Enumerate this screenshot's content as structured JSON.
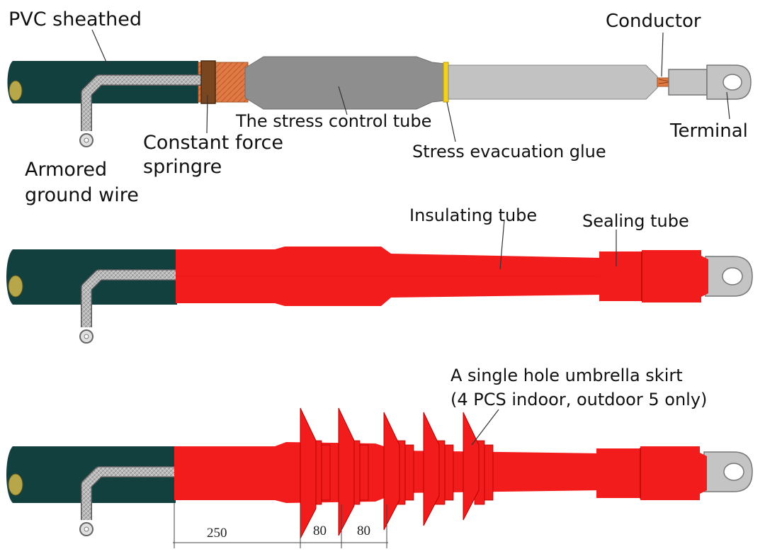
{
  "colors": {
    "background": "#ffffff",
    "cable_sheath": "#12403e",
    "conductor_core": "#b7a64a",
    "braid_silver": "#b9b9b9",
    "copper": "#e07a45",
    "spring_brown": "#7a4620",
    "stress_tube_grey": "#8e8e8e",
    "insulation_grey": "#c2c2c2",
    "glue_yellow": "#f2d21e",
    "terminal_grey": "#c4c4c4",
    "heat_shrink_red": "#f21c1c",
    "leader_line": "#333333"
  },
  "panels": {
    "components": {
      "labels": {
        "pvc_sheathed": "PVC sheathed",
        "conductor": "Conductor",
        "stress_control_tube": "The stress control tube",
        "terminal": "Terminal",
        "constant_force_spring_line1": "Constant force",
        "constant_force_spring_line2": "springre",
        "stress_evacuation_glue": "Stress evacuation glue",
        "armored_ground_wire_line1": "Armored",
        "armored_ground_wire_line2": "ground wire"
      }
    },
    "indoor": {
      "labels": {
        "insulating_tube": "Insulating tube",
        "sealing_tube": "Sealing tube"
      }
    },
    "outdoor": {
      "labels": {
        "umbrella_skirt_line1": "A single hole umbrella skirt",
        "umbrella_skirt_line2": "(4 PCS indoor, outdoor 5 only)"
      },
      "dimensions": {
        "first_skirt_offset": "250",
        "skirt_spacing_1": "80",
        "skirt_spacing_2": "80"
      },
      "skirt_count": 5
    }
  }
}
